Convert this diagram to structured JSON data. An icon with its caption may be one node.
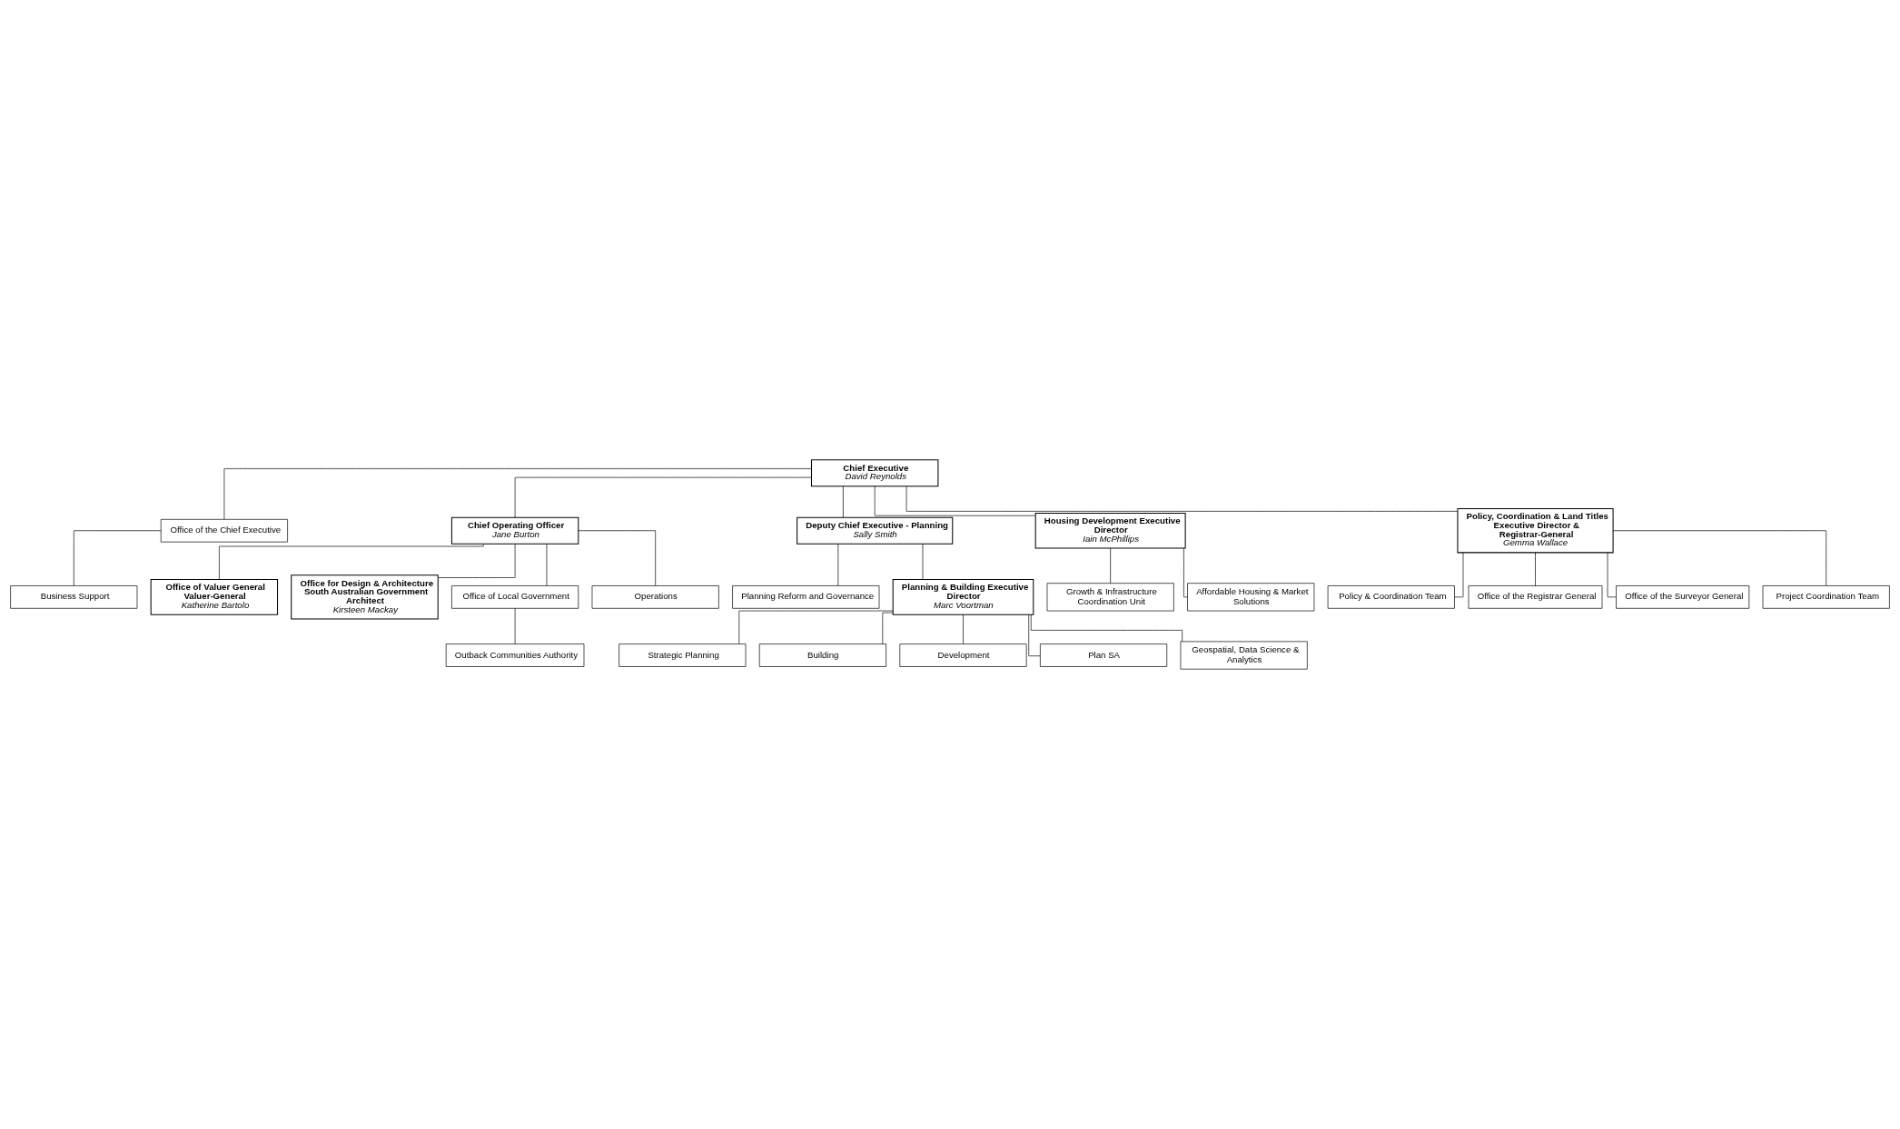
{
  "diagram": {
    "nodes": [
      {
        "text": [
          "Chief Executive",
          "David Reynolds"
        ]
      },
      {
        "text": [
          "Office of the Chief Executive"
        ]
      },
      {
        "text": [
          "Business Support"
        ]
      },
      {
        "text": [
          "Chief Operating Officer",
          "Jane Burton"
        ]
      },
      {
        "text": [
          "Deputy Chief Executive - Planning",
          "Sally Smith"
        ]
      },
      {
        "text": [
          "Planning Reform and Governance"
        ]
      },
      {
        "text": [
          "Office of Valuer General Valuer-General",
          "Katherine Bartolo"
        ]
      },
      {
        "text": [
          "Office for Design & Architecture South Australian Government Architect",
          "Kirsteen Mackay"
        ]
      },
      {
        "text": [
          "Office of Local Government"
        ]
      },
      {
        "text": [
          "Outback Communities Authority"
        ]
      },
      {
        "text": [
          "Operations"
        ]
      },
      {
        "text": [
          "Housing Development Executive Director",
          "Iain McPhillips"
        ]
      },
      {
        "text": [
          "Growth & Infrastructure Coordination Unit"
        ]
      },
      {
        "text": [
          "Affordable Housing & Market Solutions"
        ]
      },
      {
        "text": [
          "Policy, Coordination & Land Titles Executive Director & Registrar-General",
          "Gemma Wallace"
        ]
      },
      {
        "text": [
          "Policy & Coordination Team"
        ]
      },
      {
        "text": [
          "Office of the Registrar General"
        ]
      },
      {
        "text": [
          "Office of the Surveyor General"
        ]
      },
      {
        "text": [
          "Project Coordination Team"
        ]
      },
      {
        "text": [
          "Planning & Building Executive Director",
          "Marc Voortman"
        ]
      },
      {
        "text": [
          "Strategic Planning"
        ]
      },
      {
        "text": [
          "Building"
        ]
      },
      {
        "text": [
          "Development"
        ]
      },
      {
        "text": [
          "Plan SA"
        ]
      },
      {
        "text": [
          "Geospatial, Data Science & Analytics"
        ]
      }
    ],
    "edges": [
      {
        "from": 0,
        "to": 1,
        "arrow": "none"
      },
      {
        "from": 1,
        "to": 2,
        "arrow": "none"
      },
      {
        "from": 0,
        "to": 3,
        "arrow": "none"
      },
      {
        "from": 0,
        "to": 4,
        "arrow": "none"
      },
      {
        "from": 4,
        "to": 5,
        "arrow": "none"
      },
      {
        "from": 0,
        "to": 11,
        "arrow": "none"
      },
      {
        "from": 0,
        "to": 14,
        "arrow": "none"
      },
      {
        "from": 4,
        "to": 19,
        "arrow": "none"
      },
      {
        "from": 3,
        "to": 6,
        "arrow": "none"
      },
      {
        "from": 3,
        "to": 7,
        "arrow": "none"
      },
      {
        "from": 3,
        "to": 8,
        "arrow": "none"
      },
      {
        "from": 8,
        "to": 9,
        "arrow": "none"
      },
      {
        "from": 3,
        "to": 10,
        "arrow": "none"
      },
      {
        "from": 11,
        "to": 12,
        "arrow": "none"
      },
      {
        "from": 11,
        "to": 13,
        "arrow": "none"
      },
      {
        "from": 14,
        "to": 15,
        "arrow": "none"
      },
      {
        "from": 14,
        "to": 16,
        "arrow": "none"
      },
      {
        "from": 14,
        "to": 17,
        "arrow": "none"
      },
      {
        "from": 14,
        "to": 18,
        "arrow": "none"
      },
      {
        "from": 19,
        "to": 20,
        "arrow": "none"
      },
      {
        "from": 19,
        "to": 21,
        "arrow": "none"
      },
      {
        "from": 19,
        "to": 22,
        "arrow": "none"
      },
      {
        "from": 19,
        "to": 23,
        "arrow": "none"
      },
      {
        "from": 19,
        "to": 24,
        "arrow": "none"
      }
    ]
  }
}
